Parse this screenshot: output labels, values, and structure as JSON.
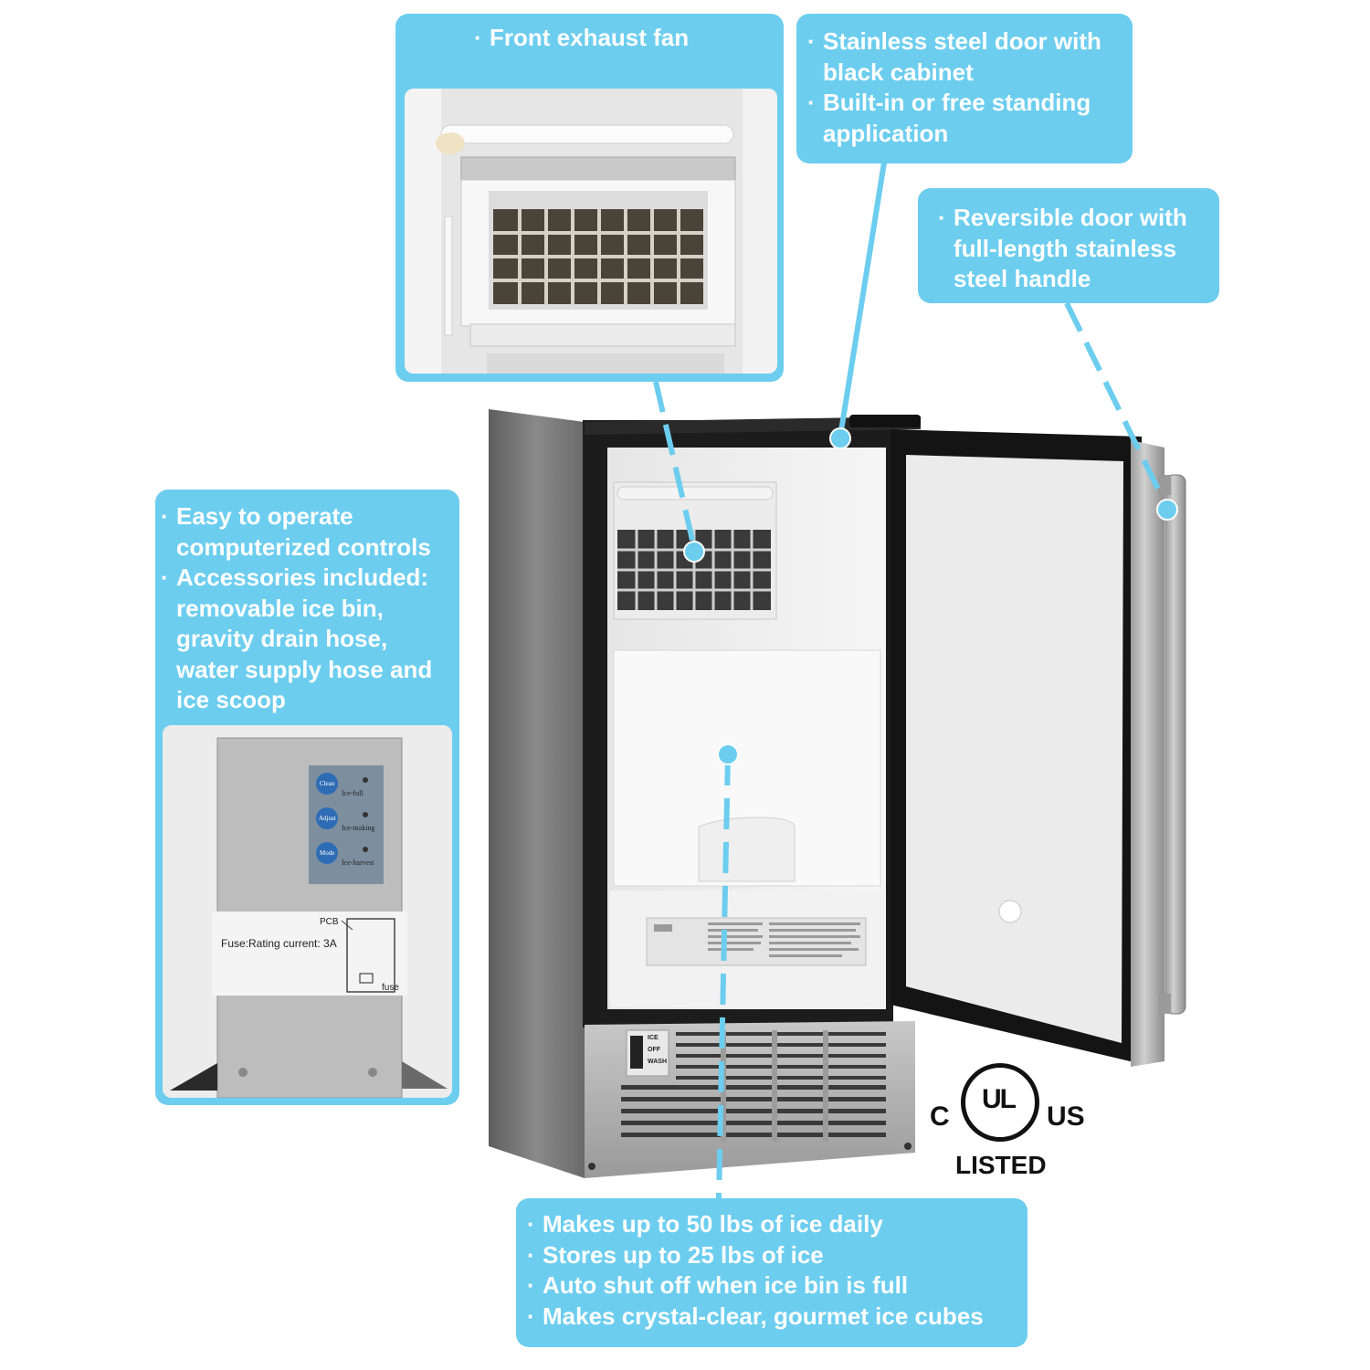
{
  "callouts": {
    "fan": [
      "Front exhaust fan"
    ],
    "door": [
      "Stainless steel door with black cabinet",
      "Built-in or free standing application"
    ],
    "reversible": [
      "Reversible door with full-length stainless steel handle"
    ],
    "controls": [
      "Easy to operate computerized controls",
      "Accessories included: removable ice bin, gravity drain hose, water supply hose and ice scoop"
    ],
    "capacity": [
      "Makes up to 50 lbs of ice daily",
      "Stores up to 25 lbs of ice",
      "Auto shut off when ice bin is full",
      "Makes crystal-clear, gourmet ice cubes"
    ]
  },
  "control_panel": {
    "buttons": [
      "Clean",
      "Adjust",
      "Mode"
    ],
    "indicators": [
      "Ice-full",
      "Ice-making",
      "Ice-harvest"
    ],
    "label_fuse": "Fuse:Rating current: 3A",
    "label_pcb": "PCB",
    "label_fuse_small": "fuse"
  },
  "switch_labels": [
    "ICE",
    "OFF",
    "WASH"
  ],
  "certification": {
    "left": "C",
    "mark": "UL",
    "right": "US",
    "bottom": "LISTED"
  },
  "colors": {
    "callout_bg": "#6ccdef",
    "callout_text": "#ffffff",
    "leader_line": "#6ccdef"
  }
}
